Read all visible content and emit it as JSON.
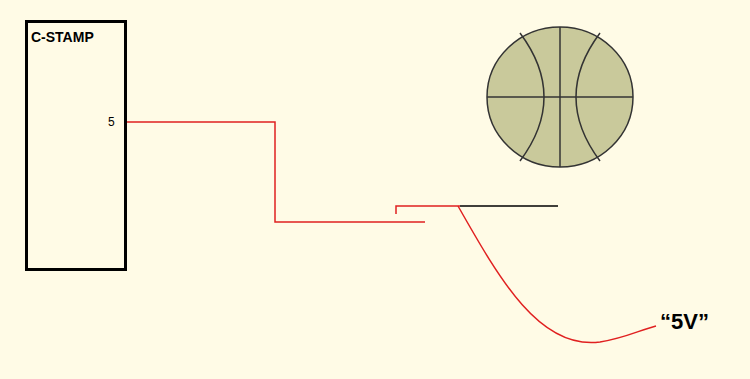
{
  "diagram": {
    "nodes": [
      {
        "text": [
          "C-STAMP"
        ]
      }
    ],
    "labels": [
      "5",
      "“5V”"
    ]
  }
}
